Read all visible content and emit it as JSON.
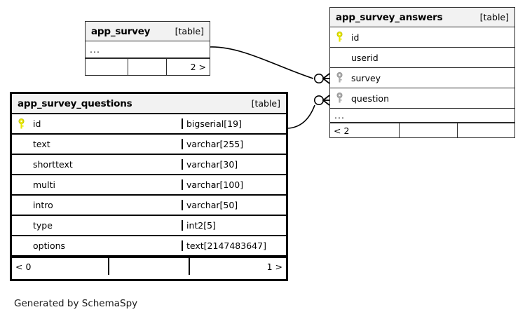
{
  "diagram": {
    "caption": "Generated by SchemaSpy",
    "type_tag": "[table]",
    "ellipsis": "...",
    "colors": {
      "primary_key": "#e8e800",
      "foreign_key": "#aaaaaa",
      "header_background": "#f2f2f2",
      "border": "#000000",
      "background": "#ffffff"
    }
  },
  "tables": {
    "app_survey": {
      "name": "app_survey",
      "tag": "[table]",
      "ellipsis_row": "...",
      "footer": {
        "left": "",
        "middle": "",
        "right": "2 >"
      }
    },
    "app_survey_questions": {
      "name": "app_survey_questions",
      "tag": "[table]",
      "columns": [
        {
          "key": "primary",
          "key_icon": "key-icon-primary",
          "name": "id",
          "type": "bigserial[19]"
        },
        {
          "key": "none",
          "key_icon": "",
          "name": "text",
          "type": "varchar[255]"
        },
        {
          "key": "none",
          "key_icon": "",
          "name": "shorttext",
          "type": "varchar[30]"
        },
        {
          "key": "none",
          "key_icon": "",
          "name": "multi",
          "type": "varchar[100]"
        },
        {
          "key": "none",
          "key_icon": "",
          "name": "intro",
          "type": "varchar[50]"
        },
        {
          "key": "none",
          "key_icon": "",
          "name": "type",
          "type": "int2[5]"
        },
        {
          "key": "none",
          "key_icon": "",
          "name": "options",
          "type": "text[2147483647]"
        }
      ],
      "footer": {
        "left": "< 0",
        "middle": "",
        "right": "1 >"
      }
    },
    "app_survey_answers": {
      "name": "app_survey_answers",
      "tag": "[table]",
      "columns": [
        {
          "key": "primary",
          "key_icon": "key-icon-primary",
          "name": "id"
        },
        {
          "key": "none",
          "key_icon": "",
          "name": "userid"
        },
        {
          "key": "foreign",
          "key_icon": "key-icon-foreign",
          "name": "survey"
        },
        {
          "key": "foreign",
          "key_icon": "key-icon-foreign",
          "name": "question"
        }
      ],
      "ellipsis_row": "...",
      "footer": {
        "left": "< 2",
        "middle": "",
        "right": ""
      }
    }
  },
  "relationships": [
    {
      "from": "app_survey",
      "to": "app_survey_answers",
      "to_column": "survey",
      "connector": "zero-or-many"
    },
    {
      "from": "app_survey_questions",
      "to": "app_survey_answers",
      "to_column": "question",
      "connector": "zero-or-many"
    }
  ]
}
